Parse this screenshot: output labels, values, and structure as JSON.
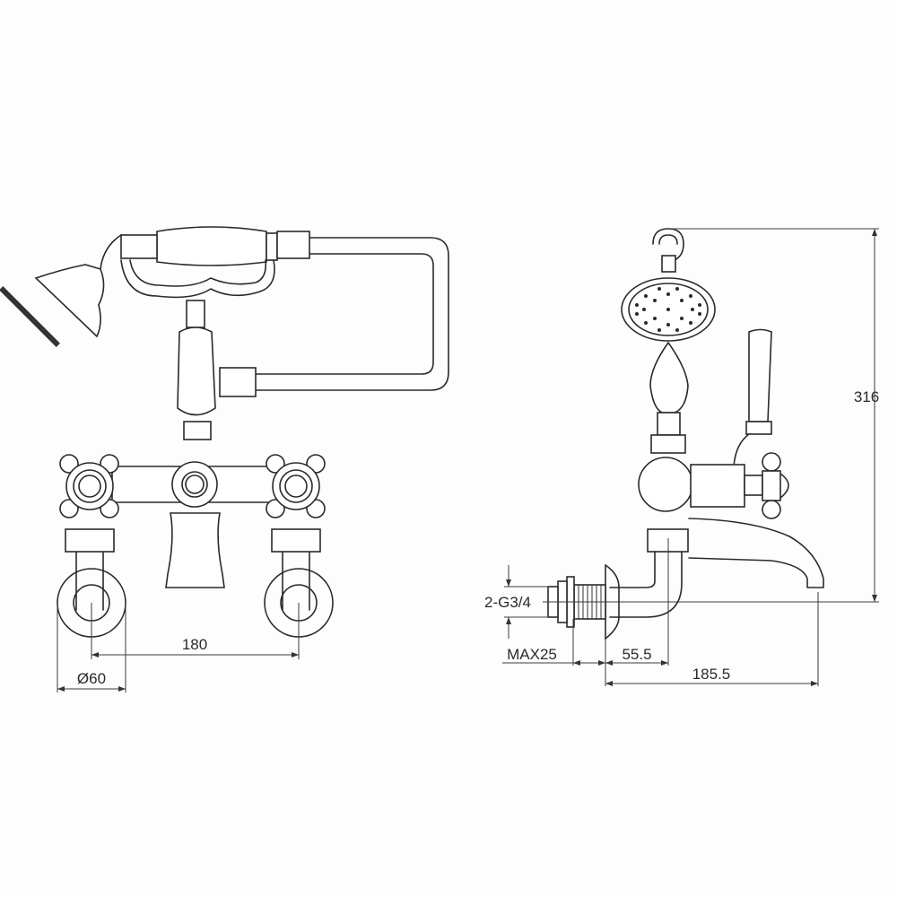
{
  "drawing": {
    "subject": "Wall-mounted bath shower mixer with handset",
    "views": {
      "front": {
        "dimensions": {
          "center_spacing": "180",
          "flange_diameter": "Ø60"
        }
      },
      "side": {
        "dimensions": {
          "height": "316",
          "thread": "2-G3/4",
          "max_wall": "MAX25",
          "wall_to_center": "55.5",
          "projection": "185.5"
        }
      }
    },
    "colors": {
      "line": "#2a2a2a",
      "background": "#fdfdfd"
    }
  }
}
